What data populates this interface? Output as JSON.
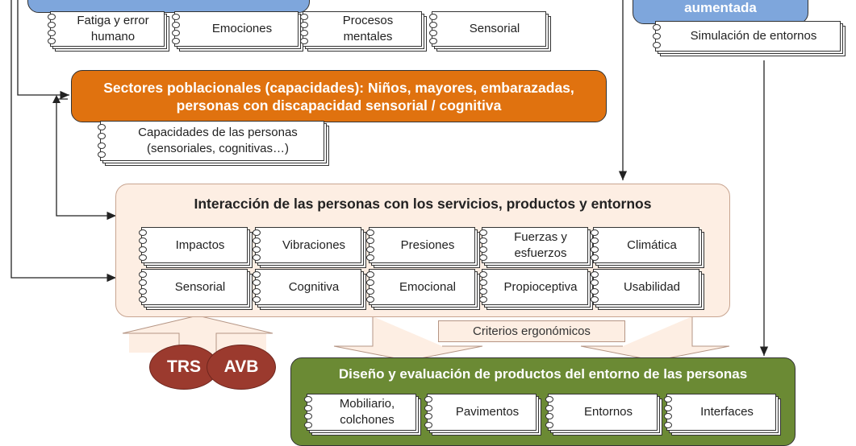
{
  "top_left_rows": {
    "cards": [
      "Fatiga y error humano",
      "Emociones",
      "Procesos mentales",
      "Sensorial"
    ]
  },
  "top_right": {
    "header": "aumentada",
    "card": "Simulación de entornos"
  },
  "sectores": {
    "header_line1": "Sectores poblacionales (capacidades): Niños, mayores, embarazadas,",
    "header_line2": "personas con discapacidad sensorial / cognitiva",
    "card": "Capacidades de las personas (sensoriales, cognitivas…)"
  },
  "interaccion": {
    "title": "Interacción de las personas con los servicios, productos y entornos",
    "row1": [
      "Impactos",
      "Vibraciones",
      "Presiones",
      "Fuerzas y esfuerzos",
      "Climática"
    ],
    "row2": [
      "Sensorial",
      "Cognitiva",
      "Emocional",
      "Propioceptiva",
      "Usabilidad"
    ],
    "criteria": "Criterios ergonómicos"
  },
  "ovals": [
    "TRS",
    "AVB"
  ],
  "diseno": {
    "header": "Diseño y evaluación de productos del entorno de las personas",
    "cards": [
      "Mobiliario, colchones",
      "Pavimentos",
      "Entornos",
      "Interfaces"
    ]
  },
  "colors": {
    "blue": "#7ea6dc",
    "orange": "#e0720f",
    "green": "#6b8a34",
    "peach": "#fdeee3",
    "oval": "#9b3a2e"
  }
}
